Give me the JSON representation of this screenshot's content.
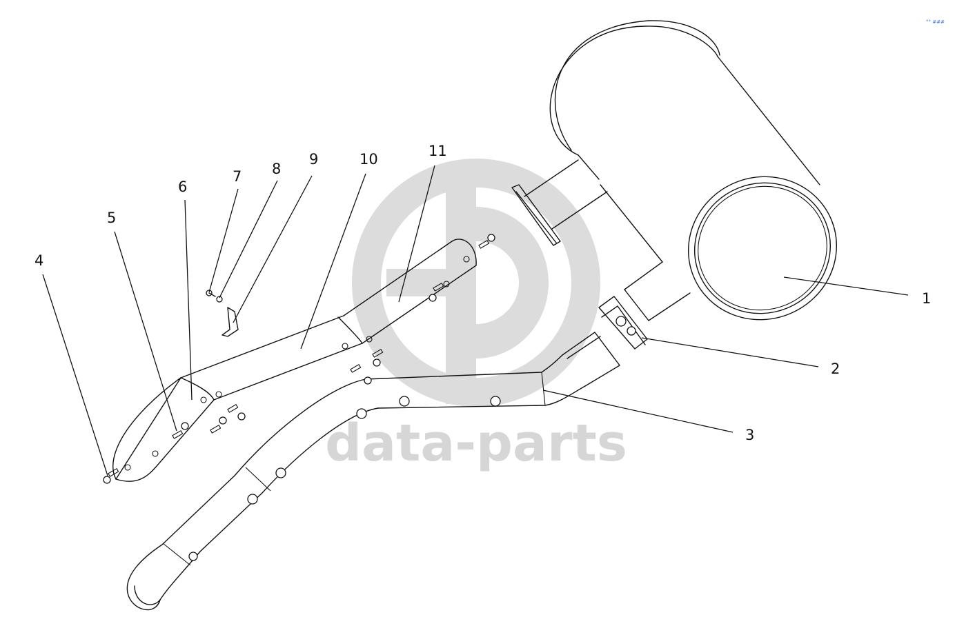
{
  "watermark": {
    "text": "data-parts",
    "logo_name": "data-parts-logo",
    "color": "#d6d6d6"
  },
  "corner_mark": "°° ###",
  "callouts": [
    {
      "id": "1",
      "label": "1"
    },
    {
      "id": "2",
      "label": "2"
    },
    {
      "id": "3",
      "label": "3"
    },
    {
      "id": "4",
      "label": "4"
    },
    {
      "id": "5",
      "label": "5"
    },
    {
      "id": "6",
      "label": "6"
    },
    {
      "id": "7",
      "label": "7"
    },
    {
      "id": "8",
      "label": "8"
    },
    {
      "id": "9",
      "label": "9"
    },
    {
      "id": "10",
      "label": "10"
    },
    {
      "id": "11",
      "label": "11"
    }
  ]
}
